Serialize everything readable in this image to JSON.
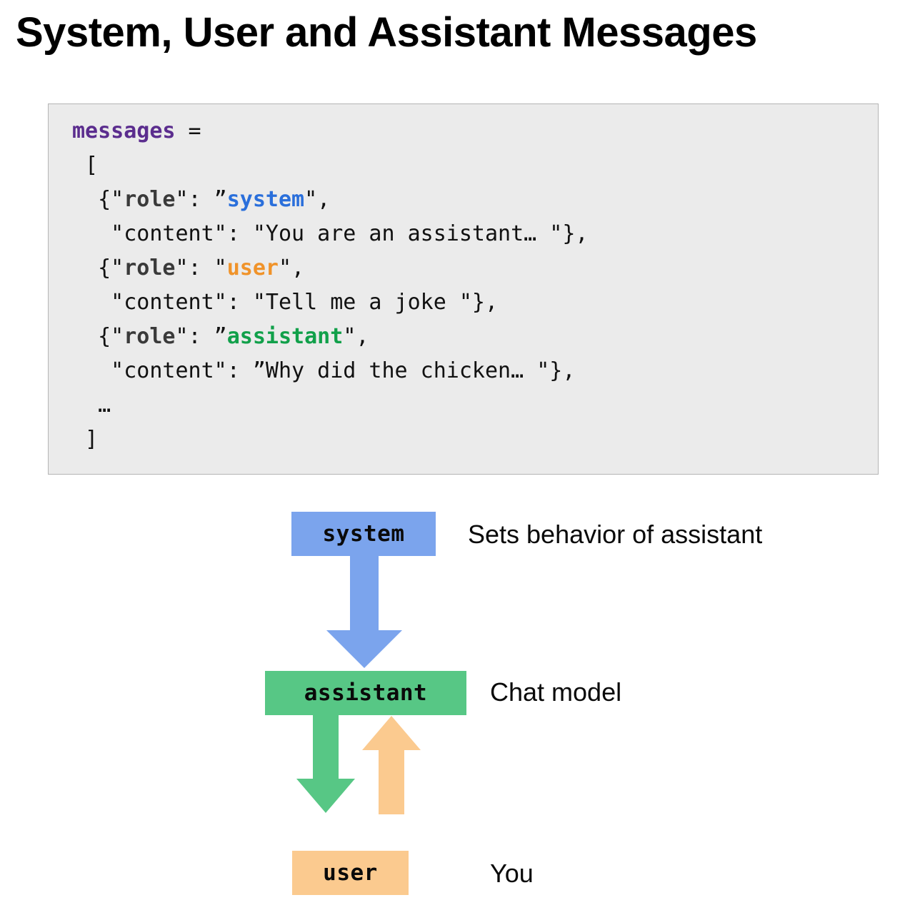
{
  "title": "System, User and Assistant Messages",
  "code_block": {
    "background": "#ebebeb",
    "border_color": "#b5b5b5",
    "lines": [
      {
        "id": "line-assign",
        "segments": [
          {
            "text": "messages",
            "style": "var"
          },
          {
            "text": " =",
            "style": "plain"
          }
        ]
      },
      {
        "id": "line-open-bracket",
        "segments": [
          {
            "text": " [",
            "style": "plain"
          }
        ]
      },
      {
        "id": "line-role-system",
        "segments": [
          {
            "text": "  {\"",
            "style": "plain"
          },
          {
            "text": "role",
            "style": "key"
          },
          {
            "text": "\": ”",
            "style": "plain"
          },
          {
            "text": "system",
            "style": "sys"
          },
          {
            "text": "\",",
            "style": "plain"
          }
        ]
      },
      {
        "id": "line-content-system",
        "segments": [
          {
            "text": "   \"content\": \"You are an assistant… \"},",
            "style": "plain"
          }
        ]
      },
      {
        "id": "line-role-user",
        "segments": [
          {
            "text": "  {\"",
            "style": "plain"
          },
          {
            "text": "role",
            "style": "key"
          },
          {
            "text": "\": \"",
            "style": "plain"
          },
          {
            "text": "user",
            "style": "user"
          },
          {
            "text": "\",",
            "style": "plain"
          }
        ]
      },
      {
        "id": "line-content-user",
        "segments": [
          {
            "text": "   \"content\": \"Tell me a joke \"},",
            "style": "plain"
          }
        ]
      },
      {
        "id": "line-role-assistant",
        "segments": [
          {
            "text": "  {\"",
            "style": "plain"
          },
          {
            "text": "role",
            "style": "key"
          },
          {
            "text": "\": ”",
            "style": "plain"
          },
          {
            "text": "assistant",
            "style": "asst"
          },
          {
            "text": "\",",
            "style": "plain"
          }
        ]
      },
      {
        "id": "line-content-assistant",
        "segments": [
          {
            "text": "   \"content\": ”Why did the chicken… \"},",
            "style": "plain"
          }
        ]
      },
      {
        "id": "line-ellipsis",
        "segments": [
          {
            "text": "  …",
            "style": "plain"
          }
        ]
      },
      {
        "id": "line-close-bracket",
        "segments": [
          {
            "text": " ]",
            "style": "plain"
          }
        ]
      }
    ],
    "token_colors": {
      "var": "#5b2d8e",
      "key": "#3a3a3a",
      "system": "#2a6fdb",
      "user": "#f0932a",
      "assistant": "#11a04a",
      "plain": "#111111"
    }
  },
  "diagram": {
    "boxes": {
      "system": {
        "label": "system",
        "color": "#7ba4ed",
        "caption": "Sets behavior of assistant"
      },
      "assistant": {
        "label": "assistant",
        "color": "#57c785",
        "caption": "Chat model"
      },
      "user": {
        "label": "user",
        "color": "#fbca8f",
        "caption": "You"
      }
    },
    "arrows": [
      {
        "name": "system-to-assistant",
        "direction": "down",
        "color": "#7ba4ed"
      },
      {
        "name": "assistant-to-user",
        "direction": "down",
        "color": "#57c785"
      },
      {
        "name": "user-to-assistant",
        "direction": "up",
        "color": "#fbca8f"
      }
    ]
  }
}
